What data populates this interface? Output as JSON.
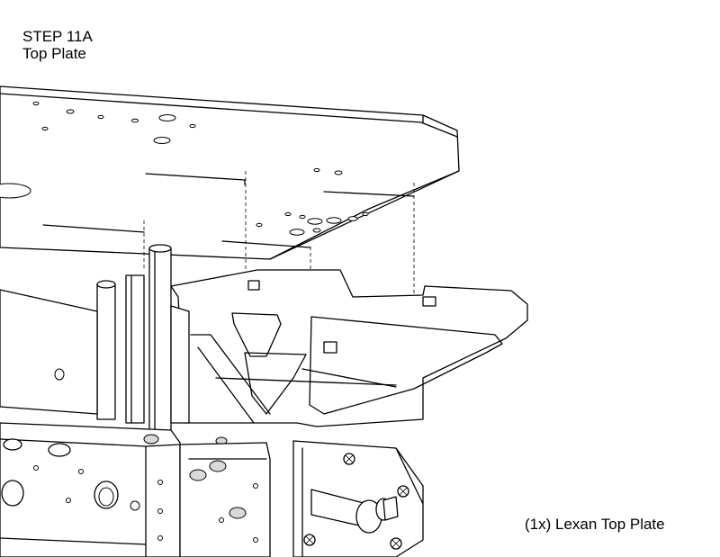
{
  "step": {
    "number_label": "STEP 11A",
    "title": "Top Plate"
  },
  "parts": [
    {
      "label": "(1x) Lexan Top Plate"
    }
  ],
  "colors": {
    "background": "#ffffff",
    "line": "#000000"
  }
}
